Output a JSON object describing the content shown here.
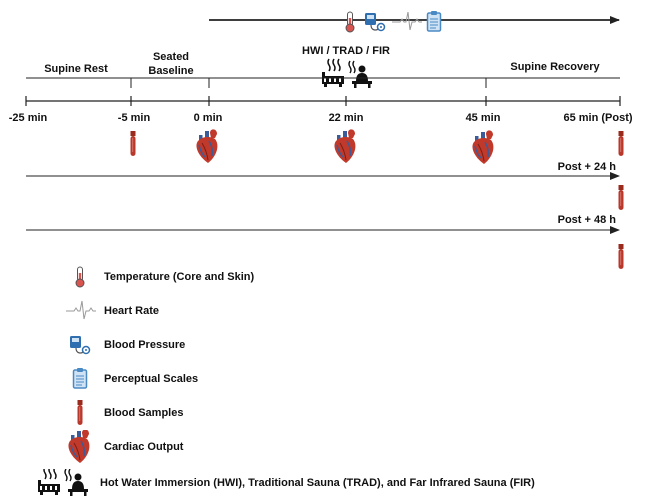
{
  "phases": {
    "supine_rest": "Supine Rest",
    "seated_baseline_1": "Seated",
    "seated_baseline_2": "Baseline",
    "intervention": "HWI / TRAD / FIR",
    "supine_recovery": "Supine Recovery"
  },
  "timepoints": [
    "-25 min",
    "-5 min",
    "0 min",
    "22 min",
    "45 min",
    "65 min (Post)"
  ],
  "followups": [
    "Post + 24 h",
    "Post + 48 h"
  ],
  "legend": [
    {
      "icon": "thermometer-icon",
      "label": "Temperature (Core and Skin)"
    },
    {
      "icon": "heart-rate-icon",
      "label": "Heart Rate"
    },
    {
      "icon": "blood-pressure-icon",
      "label": "Blood Pressure"
    },
    {
      "icon": "clipboard-icon",
      "label": "Perceptual Scales"
    },
    {
      "icon": "blood-tube-icon",
      "label": "Blood Samples"
    },
    {
      "icon": "heart-icon",
      "label": "Cardiac Output"
    },
    {
      "icon": "hwi-sauna-icon",
      "label": "Hot Water Immersion (HWI), Traditional Sauna (TRAD), and Far Infrared Sauna (FIR)"
    }
  ],
  "colors": {
    "tube_cap": "#9a2a1c",
    "tube_body": "#b8392c",
    "heart_red": "#c0392b",
    "heart_blue": "#3a5c9a",
    "bp_blue": "#2f6fb0",
    "clipboard_blue": "#4a8ac4",
    "line": "#222222"
  }
}
